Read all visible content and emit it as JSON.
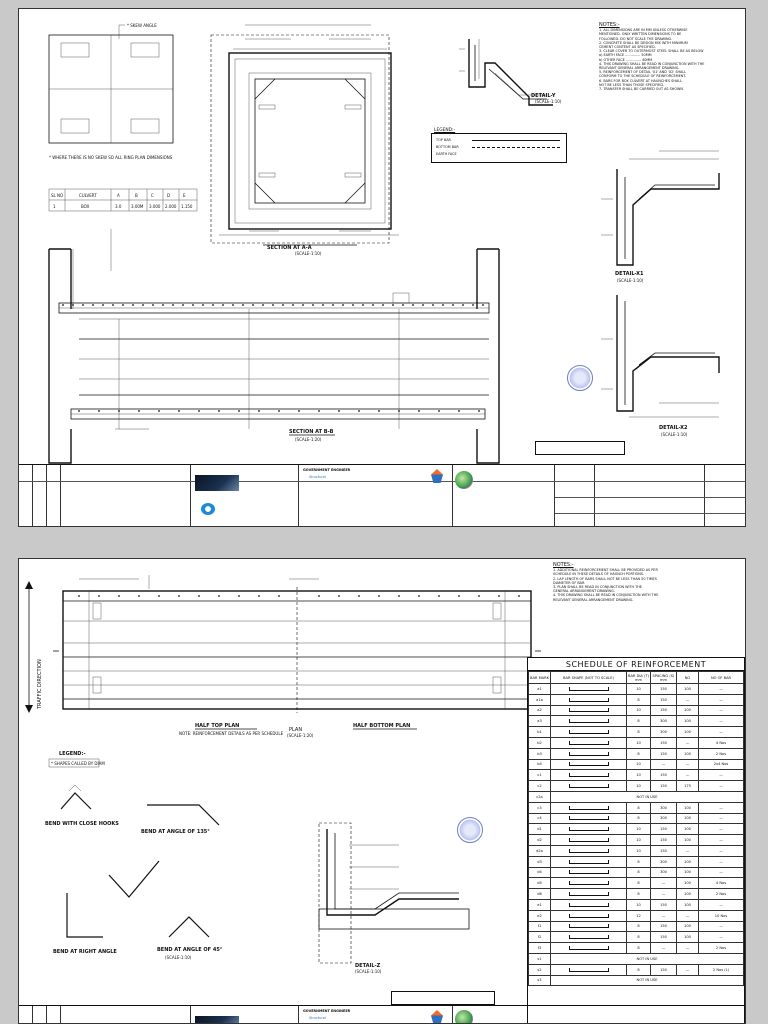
{
  "sheet1": {
    "section_aa": {
      "title": "SECTION AT A-A",
      "scale": "(SCALE-1:10)"
    },
    "section_bb": {
      "title": "SECTION AT B-B",
      "scale": "(SCALE-1:20)"
    },
    "detail_y": {
      "title": "DETAIL-Y",
      "scale": "(SCALE-1:10)"
    },
    "detail_x1": {
      "title": "DETAIL-X1",
      "scale": "(SCALE-1:10)"
    },
    "detail_x2": {
      "title": "DETAIL-X2",
      "scale": "(SCALE-1:10)"
    },
    "skew_note": "* SKEW ANGLE",
    "footnote": "* WHERE THERE IS NO SKEW SO ALL RING PLAN DIMENSIONS",
    "notes": {
      "heading": "NOTES:-",
      "items": [
        "1. ALL DIMENSIONS ARE IN MM UNLESS OTHERWISE",
        "   MENTIONED. ONLY WRITTEN DIMENSIONS TO BE",
        "   FOLLOWED. DO NOT SCALE THE DRAWING.",
        "2. CONCRETE SHALL BE DESIGN MIX WITH MINIMUM",
        "   CEMENT CONTENT AS SPECIFIED.",
        "3. CLEAR COVER TO OUTERMOST STEEL SHALL BE AS BELOW",
        "   a) EARTH FACE .............. 50MM",
        "   b) OTHER FACE .............. 40MM",
        "4. THIS DRAWING SHALL BE READ IN CONJUNCTION WITH THE",
        "   RELEVANT GENERAL ARRANGEMENT DRAWING.",
        "5. REINFORCEMENT OF DETAIL 'X1' AND 'X2' SHALL",
        "   CONFORM TO THE SCHEDULE OF REINFORCEMENT.",
        "6. BARS FOR BOX CULVERT AT HAUNCHES SHALL",
        "   NOT BE LESS THAN THOSE SPECIFIED.",
        "7. TRANSFER SHALL BE CARRIED OUT AS SHOWN."
      ]
    },
    "legend": {
      "heading": "LEGEND:-",
      "items": [
        "TOP BAR",
        "BOTTOM BAR",
        "EARTH FACE"
      ]
    },
    "small_table": {
      "headers": [
        "SL NO",
        "CULVERT",
        "A",
        "B",
        "C",
        "D",
        "E"
      ],
      "row": [
        "1",
        "BOX",
        "3.0",
        "3.00M",
        "3.000",
        "2.000",
        "1.150"
      ]
    }
  },
  "sheet2": {
    "traffic_direction": "TRAFFIC DIRECTION",
    "half_top_plan": "HALF TOP PLAN",
    "plan": {
      "title": "PLAN",
      "scale": "(SCALE-1:20)"
    },
    "half_bottom_plan": "HALF BOTTOM PLAN",
    "plan_note": "NOTE: REINFORCEMENT DETAILS AS PER SCHEDULE",
    "legend": {
      "heading": "LEGEND:-",
      "note": "* SHAPES CALLED BY DIAM"
    },
    "bends": [
      "BEND WITH CLOSE HOOKS",
      "BEND AT ANGLE OF 135°",
      "BEND AT RIGHT ANGLE",
      "BEND AT ANGLE OF 45°"
    ],
    "bend_scale": "(SCALE-1:10)",
    "detail_z": {
      "title": "DETAIL-Z",
      "scale": "(SCALE-1:10)"
    },
    "notes": {
      "heading": "NOTES:-",
      "items": [
        "1. ADDITIONAL REINFORCEMENT SHALL BE PROVIDED AS PER",
        "   SCHEDULE IN THESE DETAILS OF HAUNCH PORTIONS.",
        "2. LAP LENGTH OF BARS SHALL NOT BE LESS THAN 50 TIMES",
        "   DIAMETER OF BAR.",
        "3. PLAN SHALL BE READ IN CONJUNCTION WITH THE",
        "   GENERAL ARRANGEMENT DRAWING.",
        "4. THIS DRAWING SHALL BE READ IN CONJUNCTION WITH THE",
        "   RELEVANT GENERAL ARRANGEMENT DRAWING."
      ]
    },
    "schedule": {
      "title": "SCHEDULE OF REINFORCEMENT",
      "headers": [
        "BAR MARK",
        "BAR SHAPE (NOT TO SCALE)",
        "BAR DIA (T) mm",
        "SPACING (S) mm",
        "NO",
        "NO OF BAR"
      ],
      "rows": [
        [
          "a1",
          "",
          "10",
          "150",
          "100",
          "—"
        ],
        [
          "a1a",
          "",
          "8",
          "150",
          "—",
          "—"
        ],
        [
          "a2",
          "",
          "10",
          "150",
          "100",
          "—"
        ],
        [
          "a3",
          "",
          "8",
          "300",
          "100",
          "—"
        ],
        [
          "b1",
          "",
          "8",
          "300",
          "100",
          "—"
        ],
        [
          "b2",
          "",
          "10",
          "150",
          "—",
          "4 Nos"
        ],
        [
          "b3",
          "",
          "8",
          "150",
          "100",
          "2 Nos"
        ],
        [
          "b4",
          "",
          "10",
          "—",
          "—",
          "2x4 Nos"
        ],
        [
          "c1",
          "",
          "10",
          "150",
          "—",
          "—"
        ],
        [
          "c2",
          "",
          "10",
          "150",
          "175",
          "—"
        ],
        [
          "c2a",
          "NOT IN USE",
          "",
          "",
          "",
          ""
        ],
        [
          "c3",
          "",
          "8",
          "300",
          "100",
          "—"
        ],
        [
          "c4",
          "",
          "8",
          "300",
          "100",
          "—"
        ],
        [
          "d1",
          "",
          "10",
          "150",
          "100",
          "—"
        ],
        [
          "d2",
          "",
          "10",
          "150",
          "100",
          "—"
        ],
        [
          "d2a",
          "",
          "10",
          "150",
          "—",
          "—"
        ],
        [
          "d3",
          "",
          "8",
          "300",
          "100",
          "—"
        ],
        [
          "d4",
          "",
          "8",
          "300",
          "100",
          "—"
        ],
        [
          "d5",
          "",
          "8",
          "—",
          "100",
          "4 Nos"
        ],
        [
          "d6",
          "",
          "8",
          "—",
          "100",
          "2 Nos"
        ],
        [
          "e1",
          "",
          "10",
          "150",
          "100",
          "—"
        ],
        [
          "e2",
          "",
          "12",
          "—",
          "—",
          "10 Nos"
        ],
        [
          "f1",
          "",
          "8",
          "150",
          "100",
          "—"
        ],
        [
          "f2",
          "",
          "8",
          "150",
          "100",
          "—"
        ],
        [
          "f3",
          "",
          "8",
          "—",
          "—",
          "2 Nos"
        ],
        [
          "s1",
          "NOT IN USE",
          "",
          "",
          "",
          ""
        ],
        [
          "s2",
          "",
          "8",
          "150",
          "—",
          "2 Nos (L)"
        ],
        [
          "s3",
          "NOT IN USE",
          "",
          "",
          "",
          ""
        ]
      ]
    }
  },
  "title_block": {
    "consultant": "GOVERNMENT ENGINEER",
    "approved": "Structural"
  },
  "colors": {
    "stamp": "#6f7fc6",
    "paper": "#ffffff",
    "background": "#c9c9c9"
  }
}
